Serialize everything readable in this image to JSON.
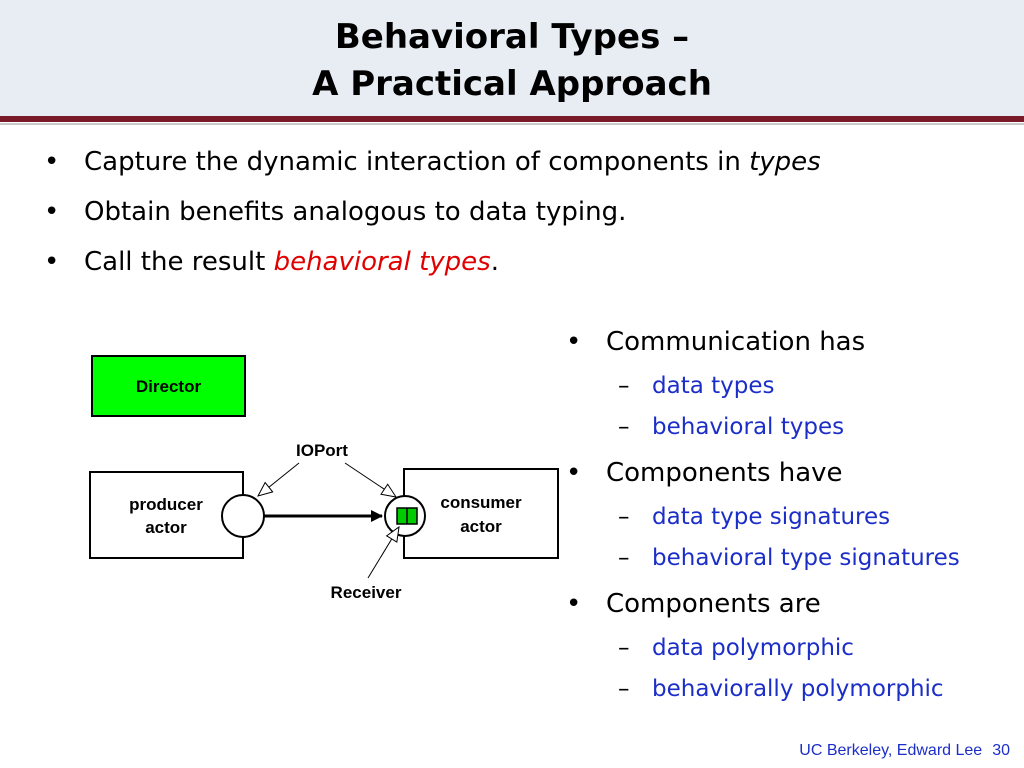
{
  "title": {
    "line1": "Behavioral Types –",
    "line2": "A Practical Approach"
  },
  "main_bullets": [
    {
      "prefix": "Capture the dynamic interaction of components in ",
      "emph": "types",
      "suffix": ""
    },
    {
      "prefix": "Obtain benefits analogous to data typing.",
      "emph": "",
      "suffix": ""
    },
    {
      "prefix": "Call the result ",
      "emph": "behavioral types",
      "suffix": "."
    }
  ],
  "right_list": [
    {
      "label": "Communication has",
      "subs": [
        "data types",
        "behavioral types"
      ]
    },
    {
      "label": "Components have",
      "subs": [
        "data type signatures",
        "behavioral type signatures"
      ]
    },
    {
      "label": "Components are",
      "subs": [
        "data polymorphic",
        "behaviorally polymorphic"
      ]
    }
  ],
  "bullet_glyph": "•",
  "dash_glyph": "–",
  "diagram": {
    "director": "Director",
    "ioport": "IOPort",
    "producer_line1": "producer",
    "producer_line2": "actor",
    "consumer_line1": "consumer",
    "consumer_line2": "actor",
    "receiver": "Receiver",
    "director_color": "#00ff00",
    "receiver_color": "#00cc00"
  },
  "footer": {
    "text": "UC Berkeley, Edward Lee",
    "page": "30"
  },
  "colors": {
    "title_band": "#e8ecf3",
    "rule": "#7a1a28",
    "sub_text": "#1c2ec8",
    "highlight": "#e00000"
  }
}
